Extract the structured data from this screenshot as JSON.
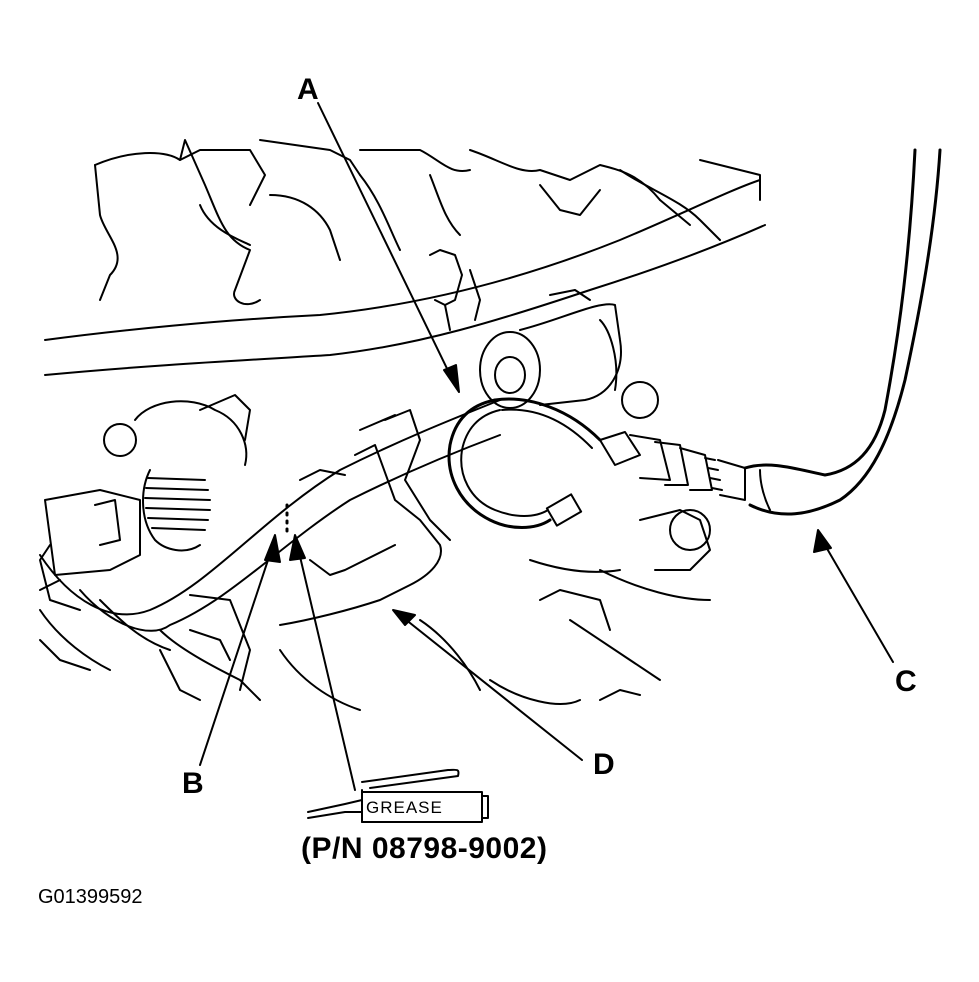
{
  "callouts": {
    "a": "A",
    "b": "B",
    "c": "C",
    "d": "D"
  },
  "grease": {
    "label": "GREASE",
    "part_number": "(P/N 08798-9002)"
  },
  "figure_id": "G01399592",
  "colors": {
    "ink": "#000000",
    "paper": "#ffffff"
  }
}
